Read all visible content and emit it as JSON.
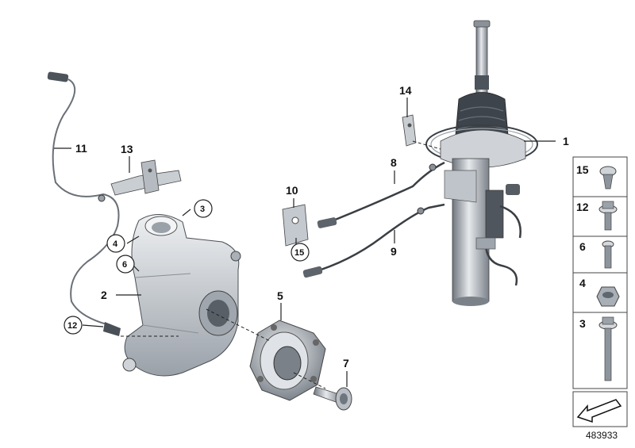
{
  "diagram": {
    "callouts": [
      {
        "id": "c1",
        "text": "1"
      },
      {
        "id": "c2",
        "text": "2"
      },
      {
        "id": "c3",
        "text": "3"
      },
      {
        "id": "c4",
        "text": "4"
      },
      {
        "id": "c5",
        "text": "5"
      },
      {
        "id": "c6",
        "text": "6"
      },
      {
        "id": "c7",
        "text": "7"
      },
      {
        "id": "c8",
        "text": "8"
      },
      {
        "id": "c9",
        "text": "9"
      },
      {
        "id": "c10",
        "text": "10"
      },
      {
        "id": "c11",
        "text": "11"
      },
      {
        "id": "c12",
        "text": "12"
      },
      {
        "id": "c13",
        "text": "13"
      },
      {
        "id": "c14",
        "text": "14"
      },
      {
        "id": "c15",
        "text": "15"
      }
    ],
    "legend": [
      "15",
      "12",
      "6",
      "4",
      "3"
    ],
    "image_number": "483933"
  },
  "colors": {
    "part_light": "#d9dde2",
    "part_mid": "#a9afb7",
    "part_dark": "#5c636b",
    "line": "#2b2b2b"
  }
}
